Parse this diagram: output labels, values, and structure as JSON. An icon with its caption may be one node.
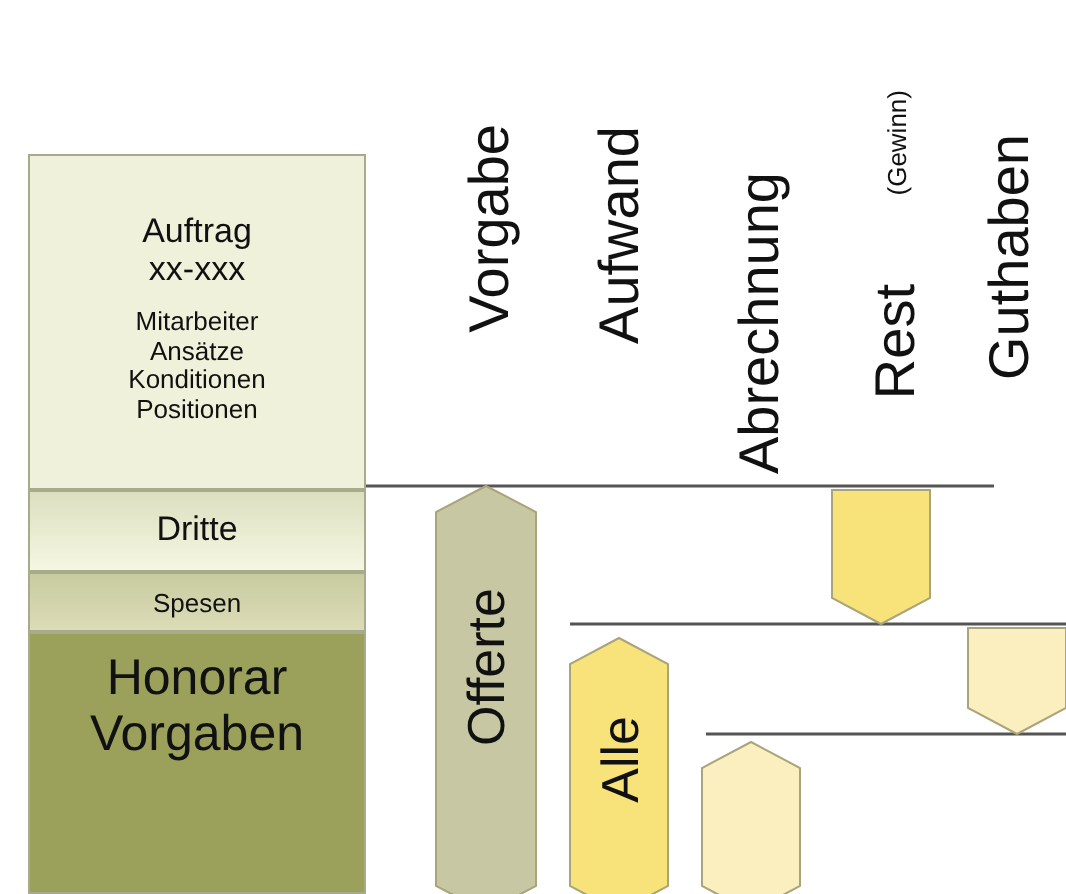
{
  "diagram": {
    "nodes": [
      {
        "text": [
          "Auftrag xx-xxx",
          "Mitarbeiter Ansätze Konditionen Positionen"
        ]
      },
      {
        "text": [
          "Dritte"
        ]
      },
      {
        "text": [
          "Spesen"
        ]
      },
      {
        "text": [
          "Honorar Vorgaben"
        ]
      },
      {
        "text": [
          "Offerte"
        ]
      },
      {
        "text": [
          "Alle"
        ]
      },
      {
        "text": [],
        "shape": "hexagon"
      },
      {
        "text": [],
        "shape": "pentagon"
      },
      {
        "text": [],
        "shape": "pentagon"
      }
    ],
    "labels": [
      "Vorgabe",
      "Aufwand",
      "Abrechnung",
      "Rest",
      "(Gewinn)",
      "Guthaben"
    ]
  }
}
